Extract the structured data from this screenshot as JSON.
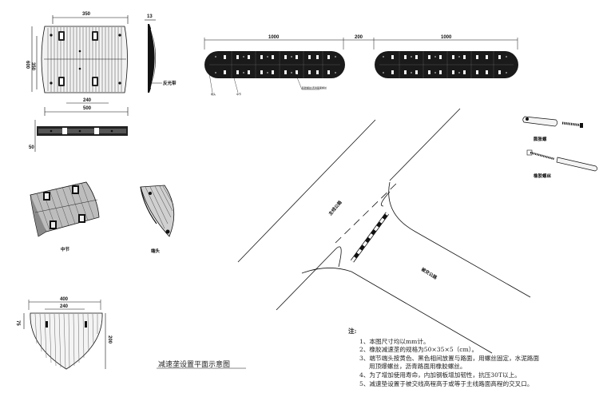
{
  "views": {
    "plan": {
      "dim_top": "350",
      "dim_inner": "240",
      "dim_bottom": "500",
      "dim_left_outer": "600",
      "dim_left_inner": "350"
    },
    "side": {
      "dim_thickness": "13",
      "label": "反光带"
    },
    "section": {
      "dim": "50"
    },
    "strip": {
      "dim_left": "1000",
      "dim_gap": "200",
      "dim_right": "1000",
      "callout_a": "端头",
      "callout_b": "中节",
      "callout_c": "膨胀螺丝/沥青路面螺丝"
    },
    "middle_caption": "中节",
    "end_caption": "端头",
    "end_plan": {
      "dim_outer": "400",
      "dim_inner": "240",
      "dim_left": "75",
      "dim_right": "200"
    }
  },
  "bolts": {
    "top_label": "膨胀螺",
    "bottom_label": "橡胶螺丝"
  },
  "road": {
    "main_label": "主线公路",
    "cross_label": "被交公路"
  },
  "title": "减速垄设置平面示意图",
  "notes": {
    "title": "注:",
    "items": [
      "1、本图尺寸均以mm计。",
      "2、橡胶减速垄的规格为50×35×5（cm）。",
      "3、端节端头按黄色、黑色相间放置与路面，用螺丝固定，水泥路面",
      "4、为了增加使用寿命，内加钢板增加韧性，抗压30T以上。",
      "5、减速垫设置于被交线高程高于或等于主线路面高程的交叉口。"
    ],
    "item3_cont": "用顶爆螺丝，沥青路面用橡胶螺丝。"
  }
}
